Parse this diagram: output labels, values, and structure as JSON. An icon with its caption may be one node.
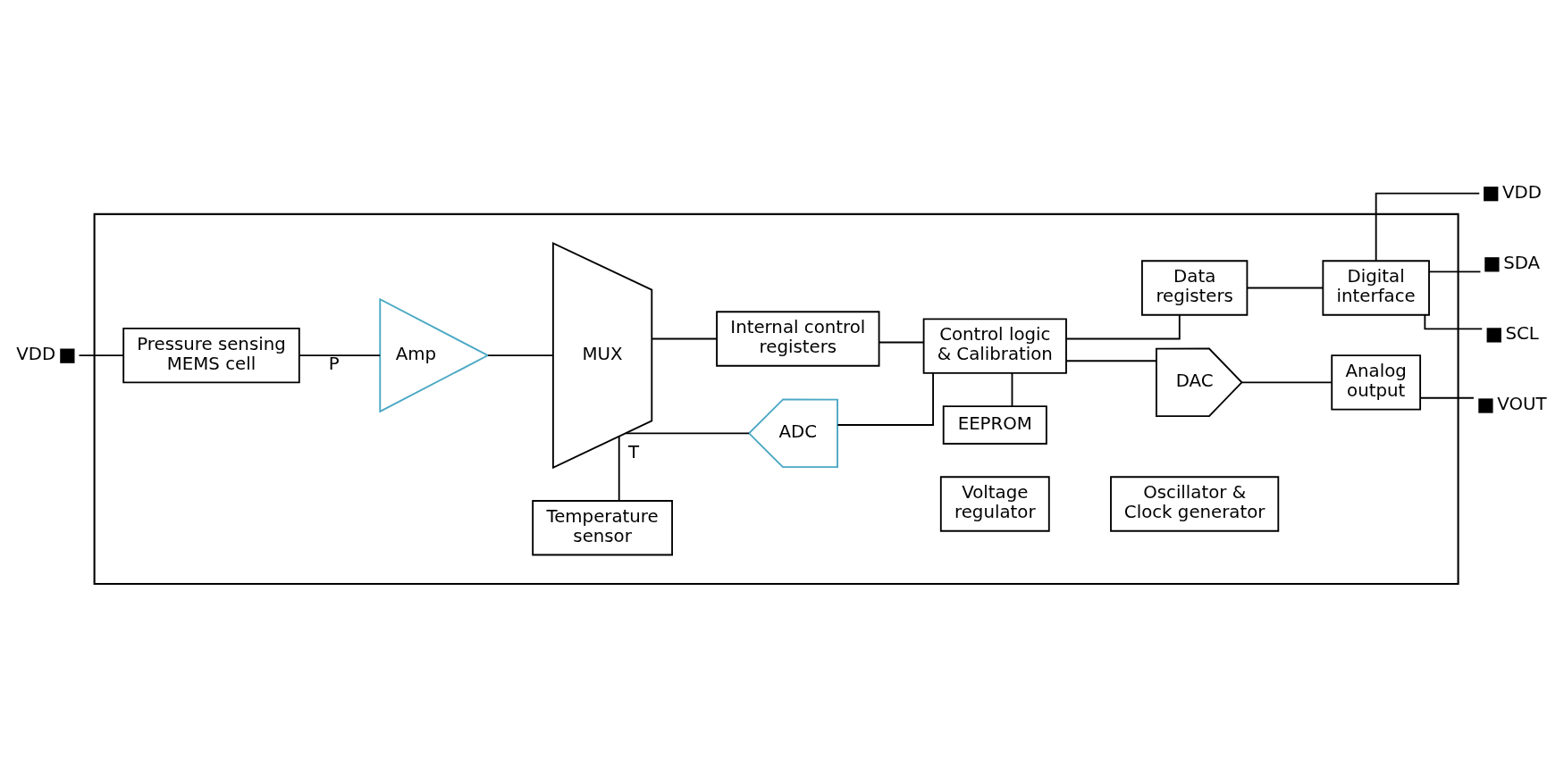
{
  "diagram": {
    "nodes": [
      {
        "text": [],
        "shape": "box"
      },
      {
        "text": [
          "VDD"
        ]
      },
      {
        "text": [
          "VDD"
        ]
      },
      {
        "text": [
          "SDA"
        ]
      },
      {
        "text": [
          "SCL"
        ]
      },
      {
        "text": [
          "VOUT"
        ]
      },
      {
        "text": [
          "Pressure sensing MEMS cell"
        ],
        "in": 0
      },
      {
        "text": [
          "Amp"
        ],
        "in": 0
      },
      {
        "text": [
          "MUX"
        ],
        "in": 0
      },
      {
        "text": [
          "ADC"
        ],
        "in": 0
      },
      {
        "text": [
          "Internal control registers"
        ],
        "in": 0
      },
      {
        "text": [
          "Temperature sensor"
        ],
        "in": 0
      },
      {
        "text": [
          "Control logic & Calibration"
        ],
        "in": 0
      },
      {
        "text": [
          "EEPROM"
        ],
        "in": 0
      },
      {
        "text": [
          "Data registers"
        ],
        "in": 0
      },
      {
        "text": [
          "Digital interface"
        ],
        "in": 0
      },
      {
        "text": [
          "DAC"
        ],
        "in": 0
      },
      {
        "text": [
          "Analog output"
        ],
        "in": 0
      },
      {
        "text": [
          "Voltage regulator"
        ],
        "in": 0
      },
      {
        "text": [
          "Oscillator & Clock generator"
        ],
        "in": 0
      }
    ],
    "edges": [
      {
        "from": 1,
        "to": 6,
        "arrow": "none"
      },
      {
        "from": 6,
        "to": 7,
        "arrow": "none",
        "label": "P"
      },
      {
        "from": 7,
        "to": 8,
        "arrow": "none"
      },
      {
        "from": 8,
        "to": 9,
        "arrow": "none"
      },
      {
        "from": 9,
        "to": 12,
        "arrow": "none"
      },
      {
        "from": 8,
        "to": 10,
        "arrow": "none"
      },
      {
        "from": 10,
        "to": 12,
        "arrow": "none"
      },
      {
        "from": 11,
        "to": 8,
        "arrow": "none",
        "label": "T"
      },
      {
        "from": 13,
        "to": 12,
        "arrow": "none"
      },
      {
        "from": 12,
        "to": 14,
        "arrow": "none"
      },
      {
        "from": 14,
        "to": 15,
        "arrow": "none"
      },
      {
        "from": 15,
        "to": 2,
        "arrow": "none"
      },
      {
        "from": 15,
        "to": 3,
        "arrow": "none"
      },
      {
        "from": 15,
        "to": 4,
        "arrow": "none"
      },
      {
        "from": 12,
        "to": 16,
        "arrow": "none"
      },
      {
        "from": 16,
        "to": 17,
        "arrow": "none"
      },
      {
        "from": 17,
        "to": 5,
        "arrow": "none"
      }
    ]
  }
}
